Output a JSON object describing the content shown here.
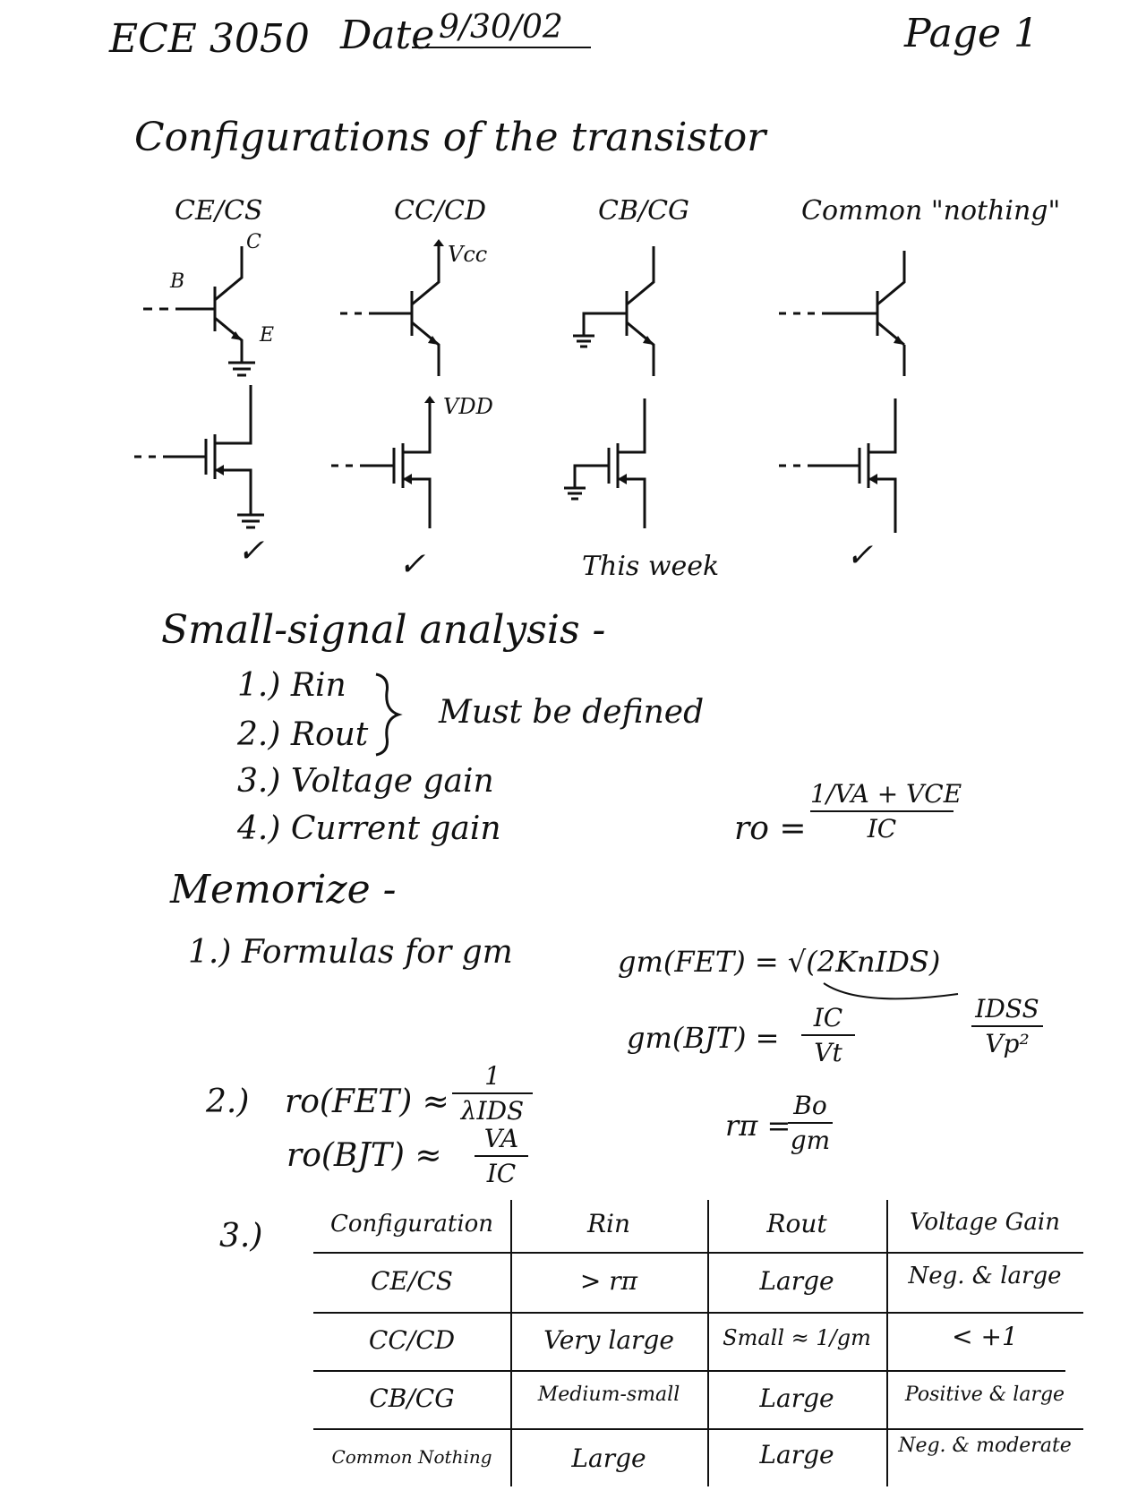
{
  "header": {
    "course": "ECE 3050",
    "date_label": "Date",
    "date": "9/30/02",
    "page": "Page 1"
  },
  "title": "Configurations of the transistor",
  "configs": [
    {
      "label": "CE/CS",
      "note": "✓"
    },
    {
      "label": "CC/CD",
      "note": "✓"
    },
    {
      "label": "CB/CG",
      "note": "This week"
    },
    {
      "label": "Common \"nothing\"",
      "note": "✓"
    }
  ],
  "pin_labels": {
    "c": "C",
    "b": "B",
    "e": "E",
    "vcc": "Vcc",
    "vdd": "VDD"
  },
  "small_signal": {
    "heading": "Small-signal analysis -",
    "items": [
      "1.) Rin",
      "2.) Rout",
      "3.) Voltage gain",
      "4.) Current gain"
    ],
    "brace_note": "Must be defined"
  },
  "ro_formula": {
    "lhs": "ro =",
    "num": "1/VA + VCE",
    "den": "IC"
  },
  "memorize": {
    "heading": "Memorize -",
    "item1": "1.) Formulas for gm",
    "gm_fet": "gm(FET) = √(2KnIDS)",
    "gm_bjt_lhs": "gm(BJT) =",
    "gm_bjt_num": "IC",
    "gm_bjt_den": "Vt",
    "idss_num": "IDSS",
    "idss_den": "Vp²",
    "item2_label": "2.)",
    "ro_fet_lhs": "ro(FET) ≈",
    "ro_fet_num": "1",
    "ro_fet_den": "λIDS",
    "ro_bjt_lhs": "ro(BJT) ≈",
    "ro_bjt_num": "VA",
    "ro_bjt_den": "IC",
    "rpi_lhs": "rπ =",
    "rpi_num": "Bo",
    "rpi_den": "gm",
    "item3_label": "3.)"
  },
  "table": {
    "headers": [
      "Configuration",
      "Rin",
      "Rout",
      "Voltage Gain"
    ],
    "rows": [
      [
        "CE/CS",
        "> rπ",
        "Large",
        "Neg. & large"
      ],
      [
        "CC/CD",
        "Very large",
        "Small ≈ 1/gm",
        "< +1"
      ],
      [
        "CB/CG",
        "Medium-small",
        "Large",
        "Positive & large"
      ],
      [
        "Common Nothing",
        "Large",
        "Large",
        "Neg. & moderate"
      ]
    ]
  }
}
